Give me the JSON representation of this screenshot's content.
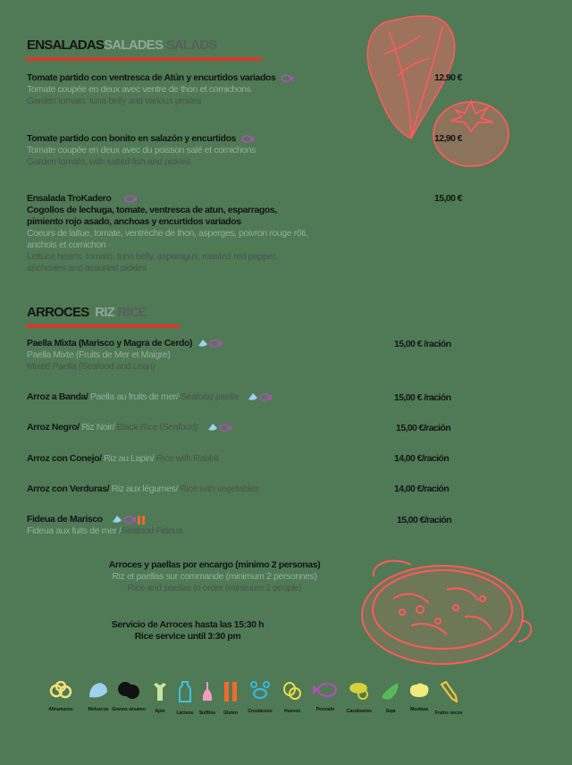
{
  "colors": {
    "background": "#4f7a55",
    "accent_rule": "#d9392c",
    "illustration": "#ff5a5a",
    "spanish_text": "#151515",
    "french_text": "#93ad9e",
    "english_text": "#4d5350"
  },
  "salads": {
    "title_es": "ENSALADAS",
    "title_fr": "SALADES",
    "title_en": "SALADS",
    "items": [
      {
        "name_es": "Tomate partido con ventresca de Atún y encurtidos variados",
        "name_fr": "Tomate coupée en deux avec ventre de thon et cornichons",
        "name_en": "Garden tomato, tuna belly and various pickles",
        "price": "12,90 €",
        "allergens": [
          "fish-icon"
        ]
      },
      {
        "name_es": "Tomate partido con bonito en salazón y encurtidos",
        "name_fr": "Tomate coupée en deux avec du poisson salé et cornichons",
        "name_en": "Garden tomato, with salted fish and pickles",
        "price": "12,90 €",
        "allergens": [
          "fish-icon"
        ]
      },
      {
        "name_es": "Ensalada TroKadero",
        "desc_es_1": "Cogollos de lechuga, tomate, ventresca de atun, esparragos,",
        "desc_es_2": "pimiento rojo asado, anchoas y encurtidos variados",
        "desc_fr_1": "Coeurs de laitue, tomate, ventrèche de thon, asperges, poivron rouge rôti,",
        "desc_fr_2": "anchois et cornichon",
        "desc_en_1": "Lettuce hearts, tomato, tuna belly, asparagus, roasted red pepper,",
        "desc_en_2": "anchovies and assorted pickles",
        "price": "15,00 €",
        "allergens": [
          "fish-icon"
        ]
      }
    ]
  },
  "rice": {
    "title_es": "ARROCES",
    "title_fr": "RIZ",
    "title_en": "RICE",
    "items": [
      {
        "name_es": "Paella Mixta (Marisco y Magra de Cerdo)",
        "name_fr": "Paella Mixte (Fruits de Mer et Maigre)",
        "name_en": "Mixed Paella (Seafood and Lean)",
        "price": "15,00 € /ración",
        "allergens": [
          "mollusc-icon",
          "fish-icon"
        ]
      },
      {
        "name_es": "Arroz a Banda/",
        "name_fr": " Paella au fruits de mer/",
        "name_en": " Seafood paella",
        "price": "15,00 € /ración",
        "allergens": [
          "mollusc-icon",
          "fish-icon"
        ]
      },
      {
        "name_es": "Arroz Negro/",
        "name_fr": " Riz Noir/",
        "name_en": " Black Rice (Seafood)",
        "price": "15,00 €/ración",
        "allergens": [
          "mollusc-icon",
          "fish-icon"
        ]
      },
      {
        "name_es": "Arroz con Conejo/",
        "name_fr": " Riz au Lapin/",
        "name_en": " Rice with Rabbit",
        "price": "14,00 €/ración",
        "allergens": []
      },
      {
        "name_es": "Arroz con Verduras/",
        "name_fr": " Riz aux légumes/",
        "name_en": " Rice with vegetables",
        "price": "14,00 €/ración",
        "allergens": []
      },
      {
        "name_es": "Fideua de Marisco",
        "name_fr": "Fideua aux fuits de mer /",
        "name_en": "Seafood Fideua",
        "price": "15,00 €/ración",
        "allergens": [
          "mollusc-icon",
          "fish-icon",
          "gluten-icon"
        ]
      }
    ]
  },
  "notes": {
    "order_es": "Arroces y paellas por encargo (minimo 2 personas)",
    "order_fr": "Riz et paellas sur commande (minimum 2 personnes)",
    "order_en": "Rice and paellas to order (minimum 2 people)",
    "service_es": "Servicio de Arroces hasta las 15:30 h",
    "service_en": "Rice service until 3:30 pm"
  },
  "allergen_legend": [
    {
      "label": "Altramuces",
      "icon": "lupin-icon",
      "color": "#f3df7a"
    },
    {
      "label": "Moluscos",
      "icon": "mollusc-icon",
      "color": "#9fd0ee"
    },
    {
      "label": "Granos sésamo",
      "icon": "sesame-icon",
      "color": "#111111"
    },
    {
      "label": "Apio",
      "icon": "celery-icon",
      "color": "#c8e59a"
    },
    {
      "label": "Lácteos",
      "icon": "dairy-icon",
      "color": "#43c0dd"
    },
    {
      "label": "Sulfitos",
      "icon": "sulphites-icon",
      "color": "#f59ac0"
    },
    {
      "label": "Gluten",
      "icon": "gluten-icon",
      "color": "#f26a2a"
    },
    {
      "label": "Crustáceos",
      "icon": "crustacean-icon",
      "color": "#35b9da"
    },
    {
      "label": "Huevos",
      "icon": "egg-icon",
      "color": "#f0da4a"
    },
    {
      "label": "Pescado",
      "icon": "fish-icon",
      "color": "#b04fb5"
    },
    {
      "label": "Cacahuetes",
      "icon": "peanut-icon",
      "color": "#d6d03a"
    },
    {
      "label": "Soja",
      "icon": "soy-icon",
      "color": "#58b95a"
    },
    {
      "label": "Mostaza",
      "icon": "mustard-icon",
      "color": "#f2ea7a"
    },
    {
      "label": "Frutos secos",
      "icon": "nuts-icon",
      "color": "#f2c23a"
    }
  ]
}
